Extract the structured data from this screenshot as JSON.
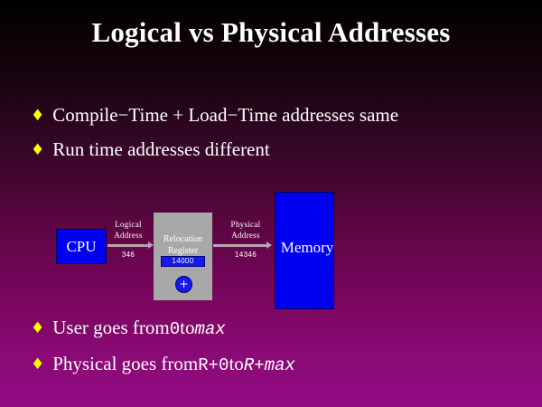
{
  "slide": {
    "title": "Logical vs Physical Addresses",
    "background": {
      "top_color": "#000000",
      "bottom_color": "#920a82"
    },
    "bullet_glyph": "♦",
    "bullet_color": "#ffff00",
    "text_color": "#ffffff"
  },
  "bullets_top": [
    {
      "id": "bullet-compile-load-time",
      "parts": [
        {
          "text": "Compile−Time + Load−Time addresses same",
          "style": "serif"
        }
      ]
    },
    {
      "id": "bullet-run-time",
      "parts": [
        {
          "text": "Run time addresses different",
          "style": "serif"
        }
      ]
    }
  ],
  "bullets_bottom": [
    {
      "id": "bullet-user-range",
      "parts": [
        {
          "text": "User goes from ",
          "style": "serif"
        },
        {
          "text": "0",
          "style": "mono"
        },
        {
          "text": " to ",
          "style": "serif"
        },
        {
          "text": "max",
          "style": "mono-italic"
        }
      ]
    },
    {
      "id": "bullet-physical-range",
      "parts": [
        {
          "text": "Physical goes from ",
          "style": "serif"
        },
        {
          "text": "R+0",
          "style": "mono"
        },
        {
          "text": " to ",
          "style": "serif"
        },
        {
          "text": "R+max",
          "style": "mono-italic"
        }
      ]
    }
  ],
  "diagram": {
    "cpu": {
      "label": "CPU",
      "fill": "#0000f0"
    },
    "relocation_register": {
      "label_line1": "Relocation",
      "label_line2": "Register",
      "value": "14000",
      "fill": "#a8a8a8",
      "value_fill": "#1818e8"
    },
    "adder": {
      "symbol": "+",
      "fill": "#1818e8"
    },
    "memory": {
      "label": "Memory",
      "fill": "#0000f0"
    },
    "logical_address": {
      "caption_line1": "Logical",
      "caption_line2": "Address",
      "value": "346"
    },
    "physical_address": {
      "caption_line1": "Physical",
      "caption_line2": "Address",
      "value": "14346"
    },
    "arrow_color": "#b9a3ae"
  }
}
